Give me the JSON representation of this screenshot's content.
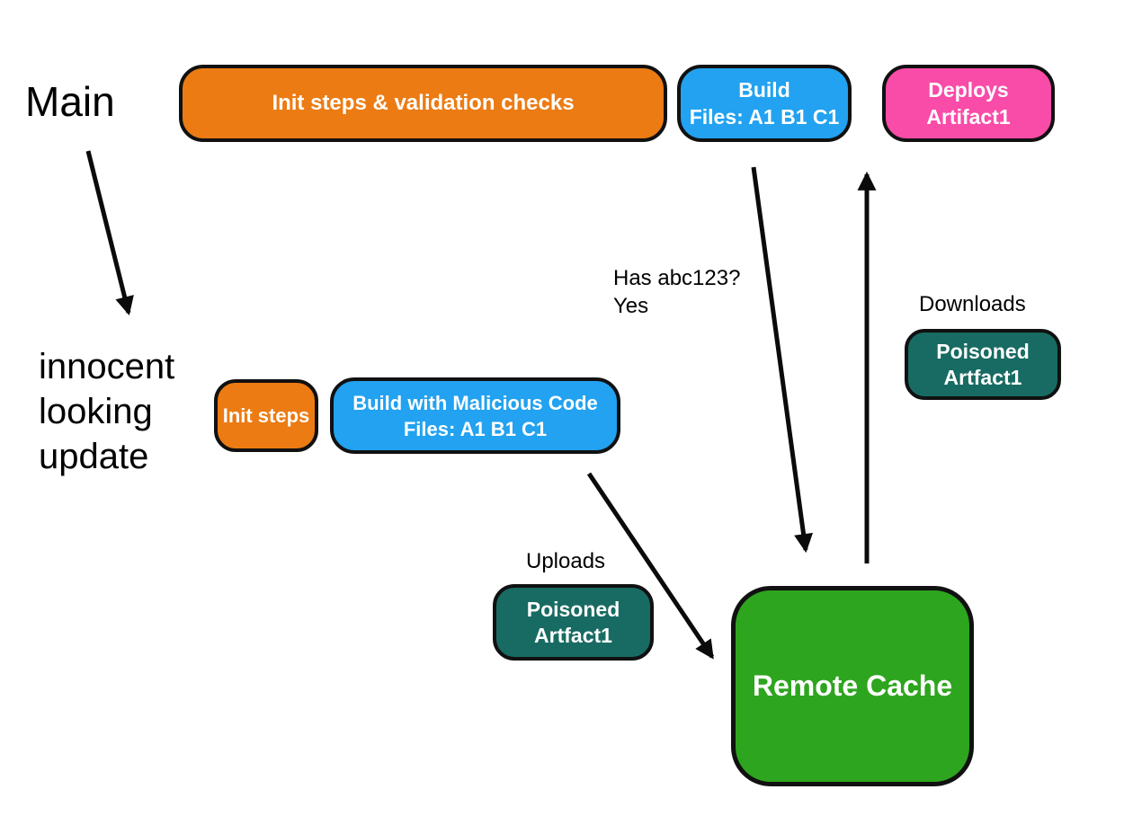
{
  "canvas": {
    "background": "#ffffff"
  },
  "colors": {
    "orange": "#EC7B13",
    "blue": "#22A2F0",
    "pink": "#F94BA8",
    "teal": "#186B62",
    "green": "#2EA51E",
    "outline": "#111111",
    "node_text": "#FFFFFF",
    "label_text": "#000000",
    "arrow": "#0B0B0B"
  },
  "labels": {
    "main": "Main",
    "innocent_line1": "innocent",
    "innocent_line2": "looking",
    "innocent_line3": "update",
    "has_hash_line1": "Has abc123?",
    "has_hash_line2": "Yes",
    "downloads": "Downloads",
    "uploads": "Uploads"
  },
  "nodes": {
    "init_validation": {
      "line1": "Init steps & validation checks",
      "color": "#EC7B13"
    },
    "build_top": {
      "line1": "Build",
      "line2": "Files: A1 B1 C1",
      "color": "#22A2F0"
    },
    "deploys_artifact": {
      "line1": "Deploys",
      "line2": "Artifact1",
      "color": "#F94BA8"
    },
    "init_steps": {
      "line1": "Init steps",
      "color": "#EC7B13"
    },
    "build_malicious": {
      "line1": "Build with Malicious Code",
      "line2": "Files: A1 B1 C1",
      "color": "#22A2F0"
    },
    "poisoned_download": {
      "line1": "Poisoned",
      "line2": "Artfact1",
      "color": "#186B62"
    },
    "poisoned_upload": {
      "line1": "Poisoned",
      "line2": "Artfact1",
      "color": "#186B62"
    },
    "remote_cache": {
      "line1": "Remote Cache",
      "color": "#2EA51E"
    }
  },
  "edges": [
    {
      "from": "Main",
      "to": "innocent looking update",
      "label": ""
    },
    {
      "from": "Build",
      "to": "Remote Cache",
      "label": "Has abc123? Yes"
    },
    {
      "from": "Remote Cache",
      "to": "Deploys Artifact1",
      "label": "Downloads Poisoned Artfact1"
    },
    {
      "from": "Build with Malicious Code",
      "to": "Remote Cache",
      "label": "Uploads Poisoned Artfact1"
    }
  ]
}
